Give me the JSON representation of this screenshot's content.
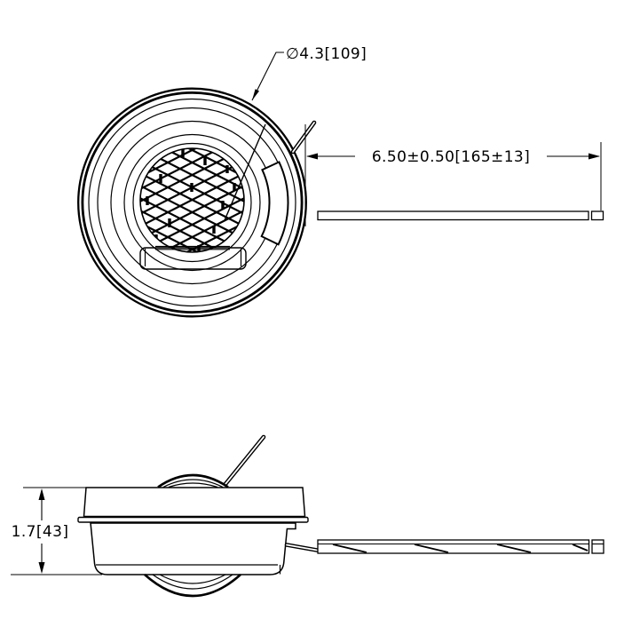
{
  "labels": {
    "diameter": "∅4.3[109]",
    "cable_length": "6.50±0.50[165±13]",
    "height": "1.7[43]"
  },
  "colors": {
    "line": "#000000",
    "background": "#ffffff"
  }
}
